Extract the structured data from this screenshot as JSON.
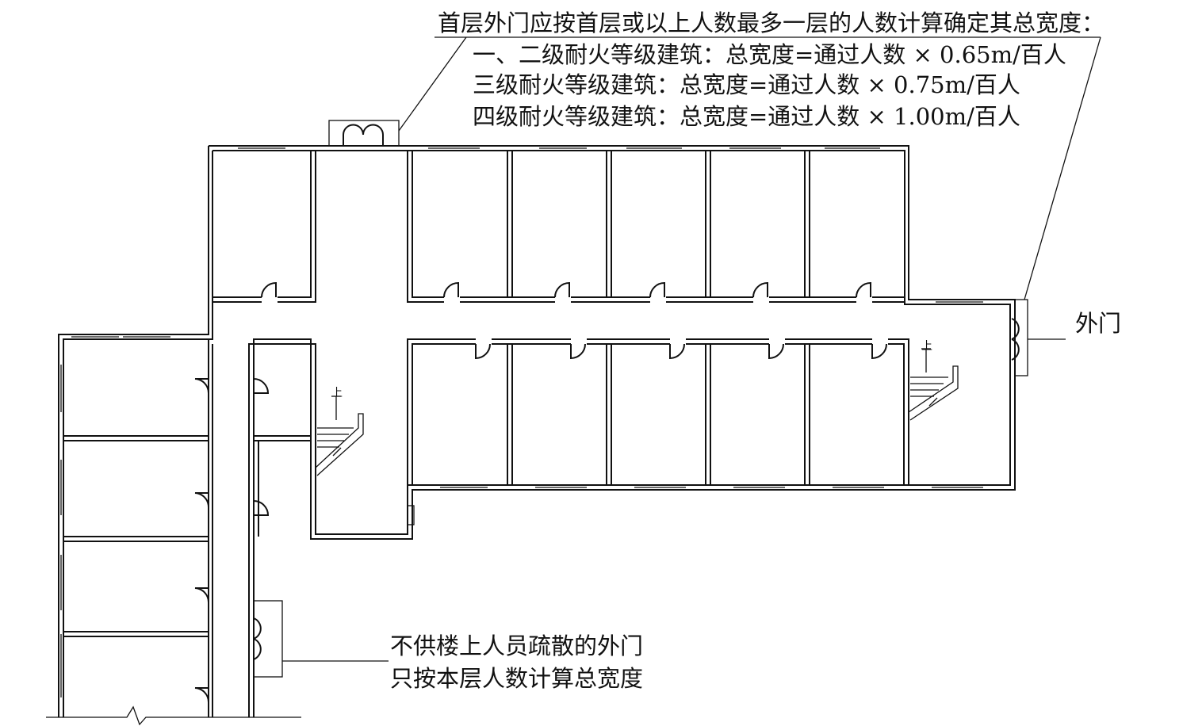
{
  "annotations": {
    "main_exit_rule": {
      "title": "首层外门应按首层或以上人数最多一层的人数计算确定其总宽度：",
      "lines": [
        "一、二级耐火等级建筑：总宽度=通过人数 × 0.65m/百人",
        "三级耐火等级建筑：总宽度=通过人数 × 0.75m/百人",
        "四级耐火等级建筑：总宽度=通过人数 × 1.00m/百人"
      ]
    },
    "exterior_door_label": "外门",
    "local_exit_rule": {
      "line1": "不供楼上人员疏散的外门",
      "line2": "只按本层人数计算总宽度"
    },
    "stair_up_marks": [
      "上",
      "上"
    ]
  },
  "colors": {
    "ink": "#111111",
    "background": "#ffffff"
  }
}
